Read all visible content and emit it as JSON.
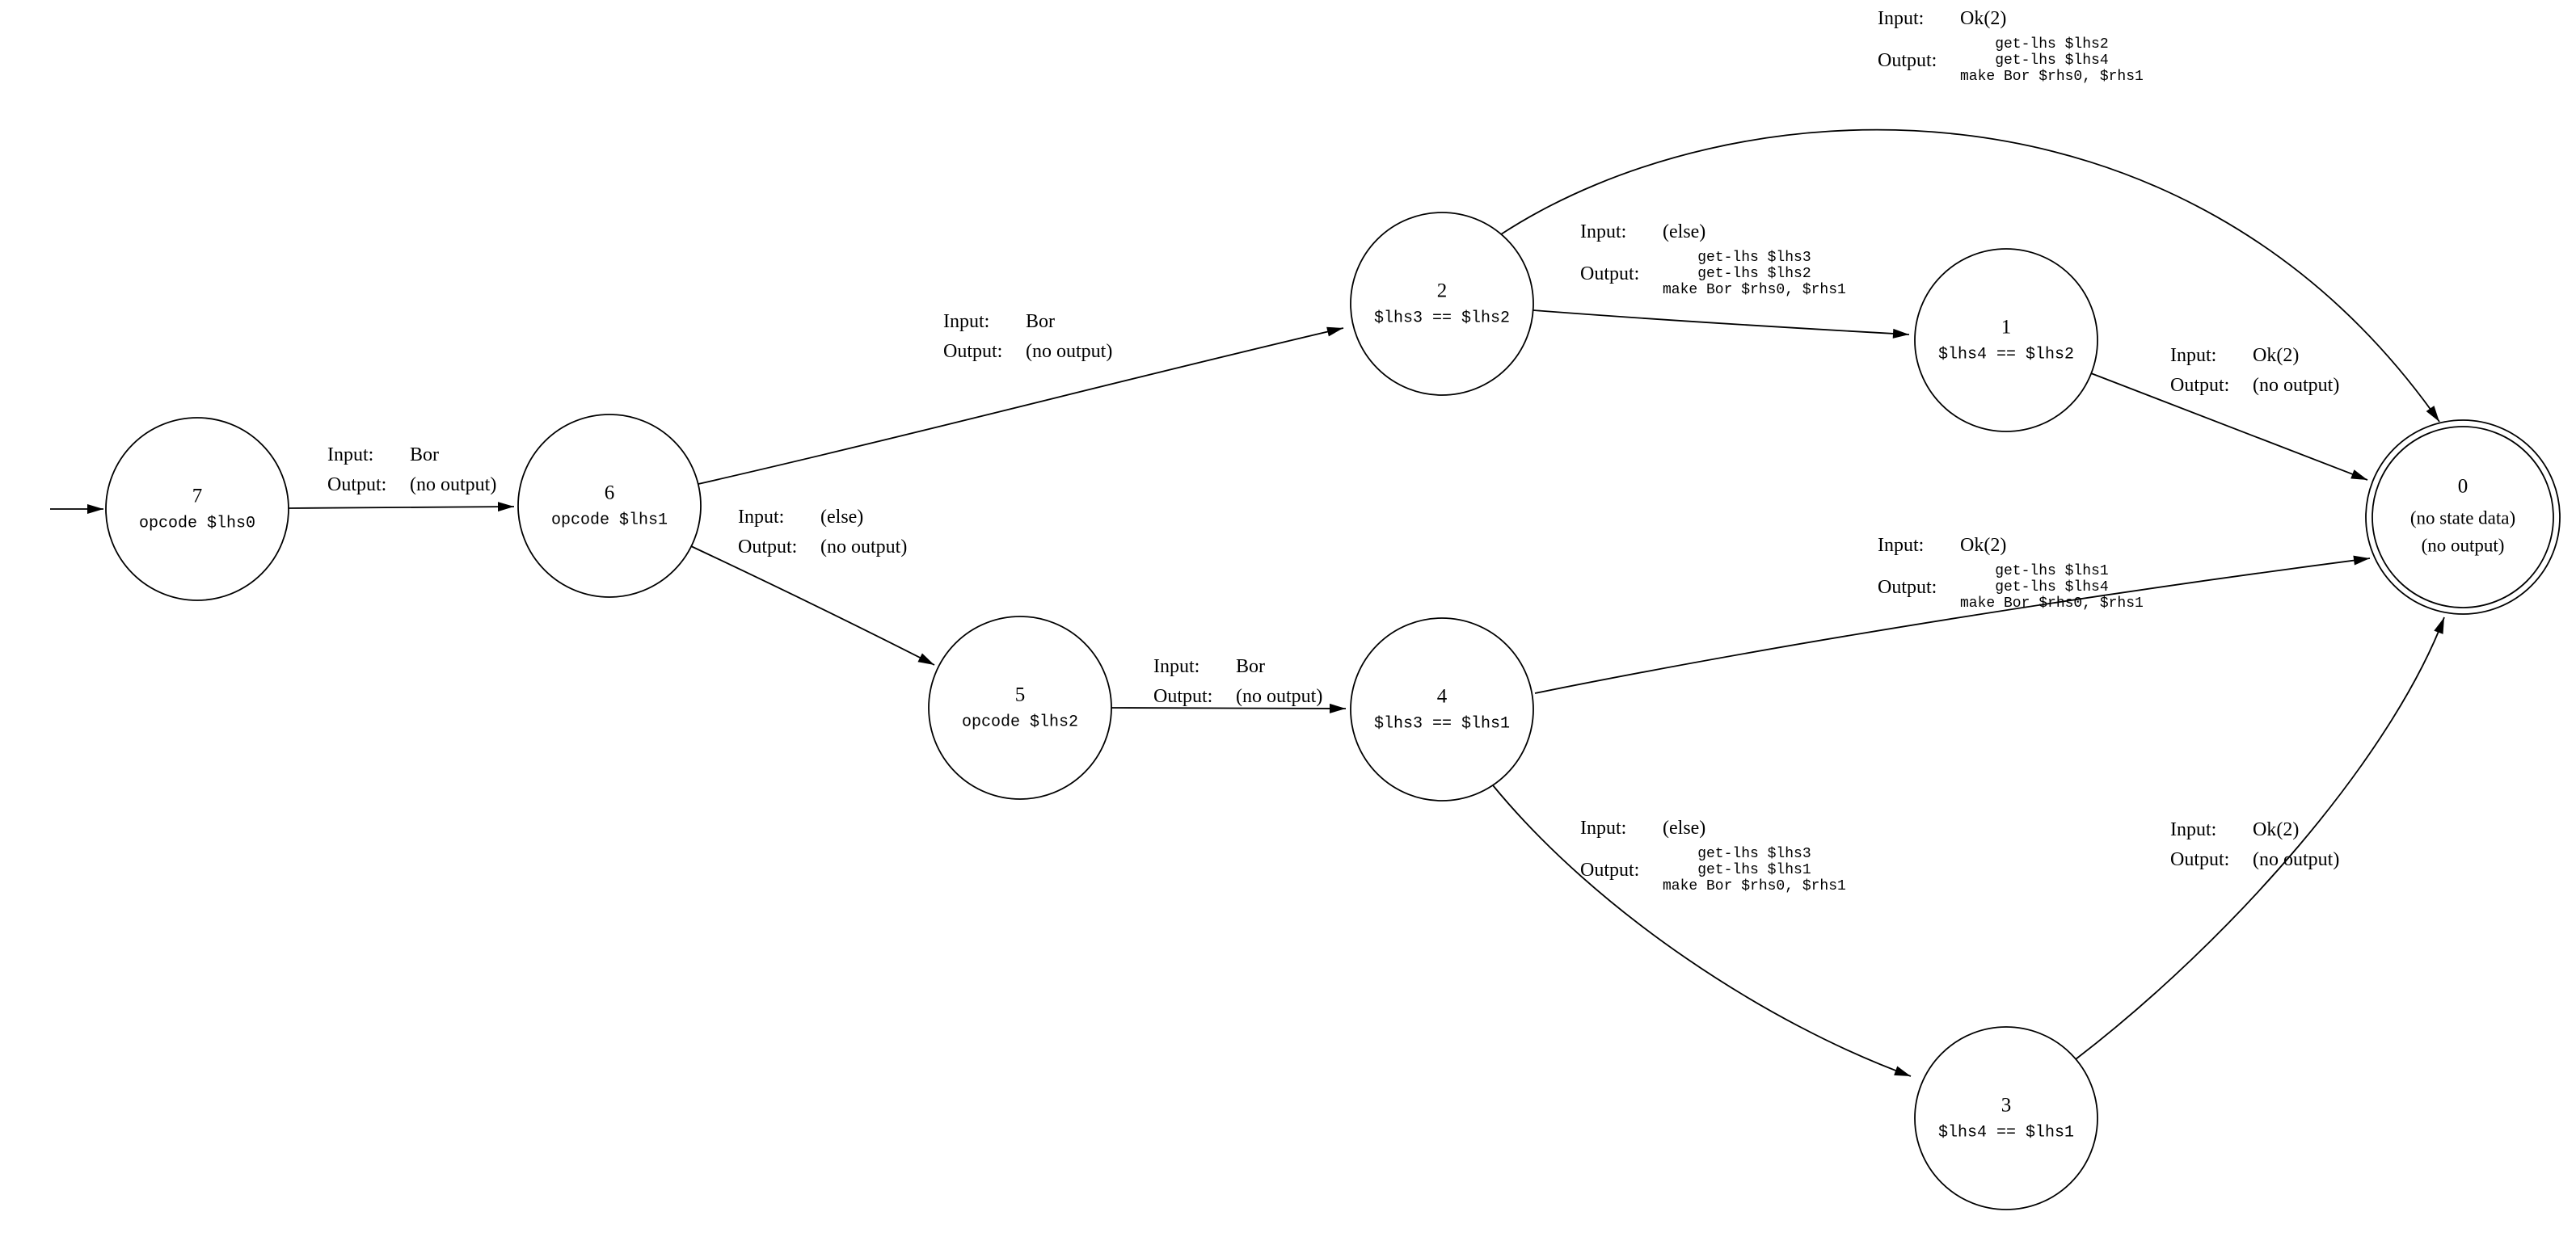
{
  "diagram": {
    "type": "state-machine",
    "background": "#ffffff",
    "stroke_color": "#000000",
    "labels": {
      "input_key": "Input:",
      "output_key": "Output:"
    },
    "nodes": {
      "n7": {
        "id": "7",
        "sub": "opcode $lhs0"
      },
      "n6": {
        "id": "6",
        "sub": "opcode $lhs1"
      },
      "n5": {
        "id": "5",
        "sub": "opcode $lhs2"
      },
      "n4": {
        "id": "4",
        "sub": "$lhs3 == $lhs1"
      },
      "n3": {
        "id": "3",
        "sub": "$lhs4 == $lhs1"
      },
      "n2": {
        "id": "2",
        "sub": "$lhs3 == $lhs2"
      },
      "n1": {
        "id": "1",
        "sub": "$lhs4 == $lhs2"
      },
      "n0": {
        "id": "0",
        "sub1": "(no state data)",
        "sub2": "(no output)",
        "accepting": true
      }
    },
    "edges": {
      "e7_6": {
        "from": "7",
        "to": "6",
        "input": "Bor",
        "output": "(no output)"
      },
      "e6_2": {
        "from": "6",
        "to": "2",
        "input": "Bor",
        "output": "(no output)"
      },
      "e6_5": {
        "from": "6",
        "to": "5",
        "input": "(else)",
        "output": "(no output)"
      },
      "e2_0": {
        "from": "2",
        "to": "0",
        "input": "Ok(2)",
        "output_lines": [
          "get-lhs $lhs2",
          "get-lhs $lhs4",
          "make Bor $rhs0, $rhs1"
        ]
      },
      "e2_1": {
        "from": "2",
        "to": "1",
        "input": "(else)",
        "output_lines": [
          "get-lhs $lhs3",
          "get-lhs $lhs2",
          "make Bor $rhs0, $rhs1"
        ]
      },
      "e1_0": {
        "from": "1",
        "to": "0",
        "input": "Ok(2)",
        "output": "(no output)"
      },
      "e5_4": {
        "from": "5",
        "to": "4",
        "input": "Bor",
        "output": "(no output)"
      },
      "e4_0": {
        "from": "4",
        "to": "0",
        "input": "Ok(2)",
        "output_lines": [
          "get-lhs $lhs1",
          "get-lhs $lhs4",
          "make Bor $rhs0, $rhs1"
        ]
      },
      "e4_3": {
        "from": "4",
        "to": "3",
        "input": "(else)",
        "output_lines": [
          "get-lhs $lhs3",
          "get-lhs $lhs1",
          "make Bor $rhs0, $rhs1"
        ]
      },
      "e3_0": {
        "from": "3",
        "to": "0",
        "input": "Ok(2)",
        "output": "(no output)"
      }
    }
  }
}
